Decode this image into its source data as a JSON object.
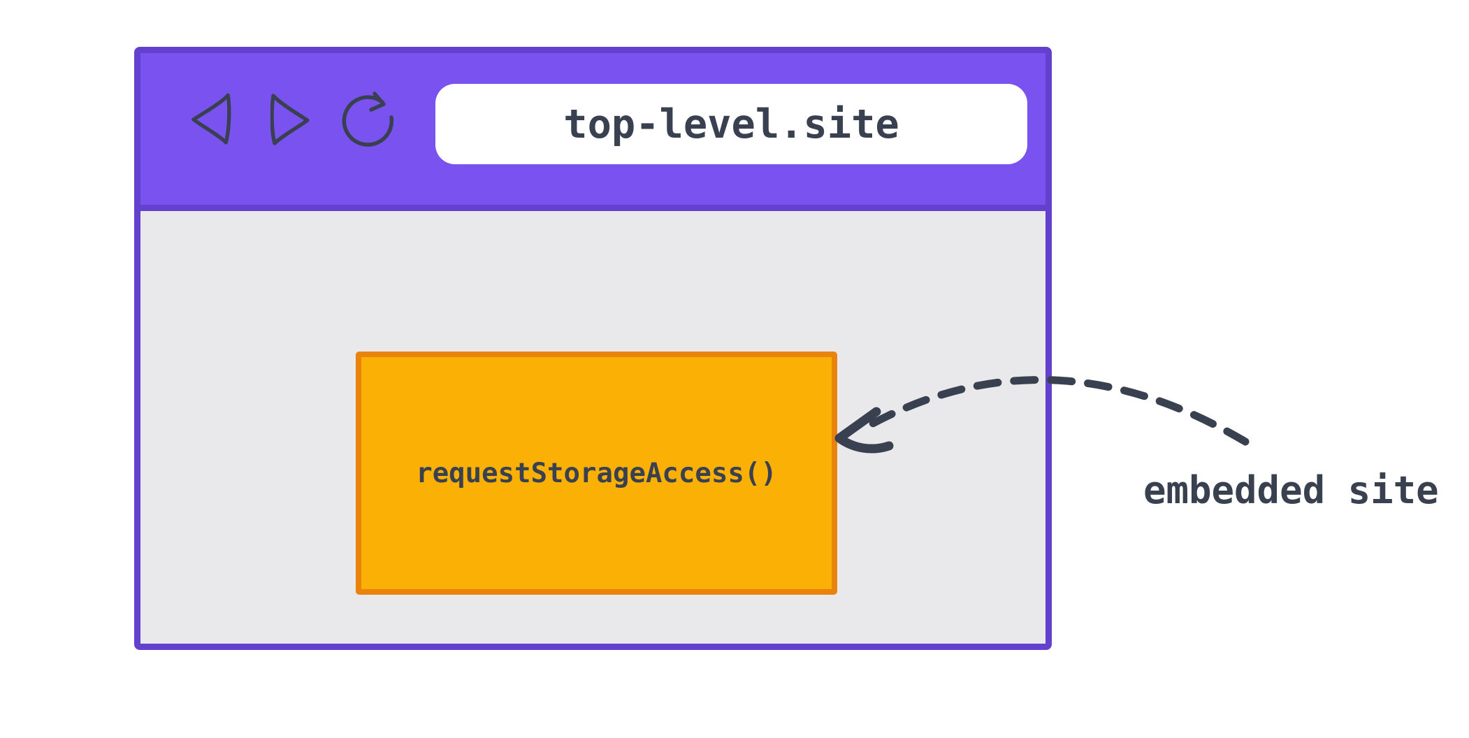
{
  "diagram": {
    "browser": {
      "url": "top-level.site",
      "toolbar_icons": [
        "back-icon",
        "forward-icon",
        "reload-icon"
      ]
    },
    "iframe": {
      "label": "requestStorageAccess()"
    },
    "annotation": {
      "label": "embedded site",
      "arrow": "dashed-curved-arrow-pointing-at-iframe"
    },
    "colors": {
      "canvas_bg": "#FFFFFF",
      "toolbar_fill": "#7A52F0",
      "window_border": "#6440CF",
      "content_bg": "#E9E9EB",
      "iframe_fill": "#FBB005",
      "iframe_border": "#E8830C",
      "ink": "#394150",
      "address_bar_bg": "#FFFFFF"
    }
  }
}
